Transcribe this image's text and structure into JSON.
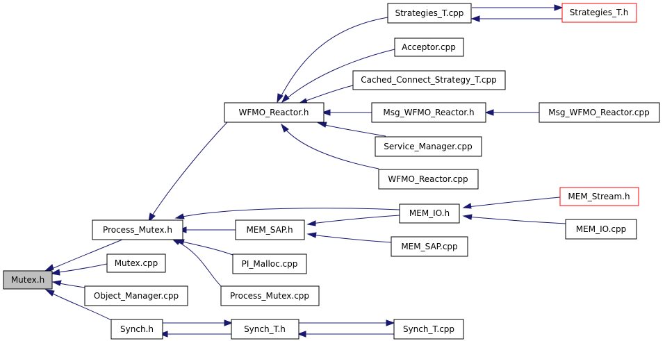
{
  "nodes": {
    "mutex_h": {
      "label": "Mutex.h"
    },
    "process_mutex_h": {
      "label": "Process_Mutex.h"
    },
    "mutex_cpp": {
      "label": "Mutex.cpp"
    },
    "object_manager_cpp": {
      "label": "Object_Manager.cpp"
    },
    "synch_h": {
      "label": "Synch.h"
    },
    "wfmo_reactor_h": {
      "label": "WFMO_Reactor.h"
    },
    "mem_sap_h": {
      "label": "MEM_SAP.h"
    },
    "pi_malloc_cpp": {
      "label": "PI_Malloc.cpp"
    },
    "process_mutex_cpp": {
      "label": "Process_Mutex.cpp"
    },
    "synch_t_h": {
      "label": "Synch_T.h"
    },
    "strategies_t_cpp": {
      "label": "Strategies_T.cpp"
    },
    "acceptor_cpp": {
      "label": "Acceptor.cpp"
    },
    "cached_connect_strategy_t_cpp": {
      "label": "Cached_Connect_Strategy_T.cpp"
    },
    "msg_wfmo_reactor_h": {
      "label": "Msg_WFMO_Reactor.h"
    },
    "service_manager_cpp": {
      "label": "Service_Manager.cpp"
    },
    "wfmo_reactor_cpp": {
      "label": "WFMO_Reactor.cpp"
    },
    "mem_io_h": {
      "label": "MEM_IO.h"
    },
    "mem_sap_cpp": {
      "label": "MEM_SAP.cpp"
    },
    "synch_t_cpp": {
      "label": "Synch_T.cpp"
    },
    "strategies_t_h": {
      "label": "Strategies_T.h"
    },
    "msg_wfmo_reactor_cpp": {
      "label": "Msg_WFMO_Reactor.cpp"
    },
    "mem_stream_h": {
      "label": "MEM_Stream.h"
    },
    "mem_io_cpp": {
      "label": "MEM_IO.cpp"
    }
  },
  "colors": {
    "edge": "#191970",
    "root_fill": "#bfbfbf",
    "node_border": "#000000",
    "truncated_border": "#ff0000"
  }
}
